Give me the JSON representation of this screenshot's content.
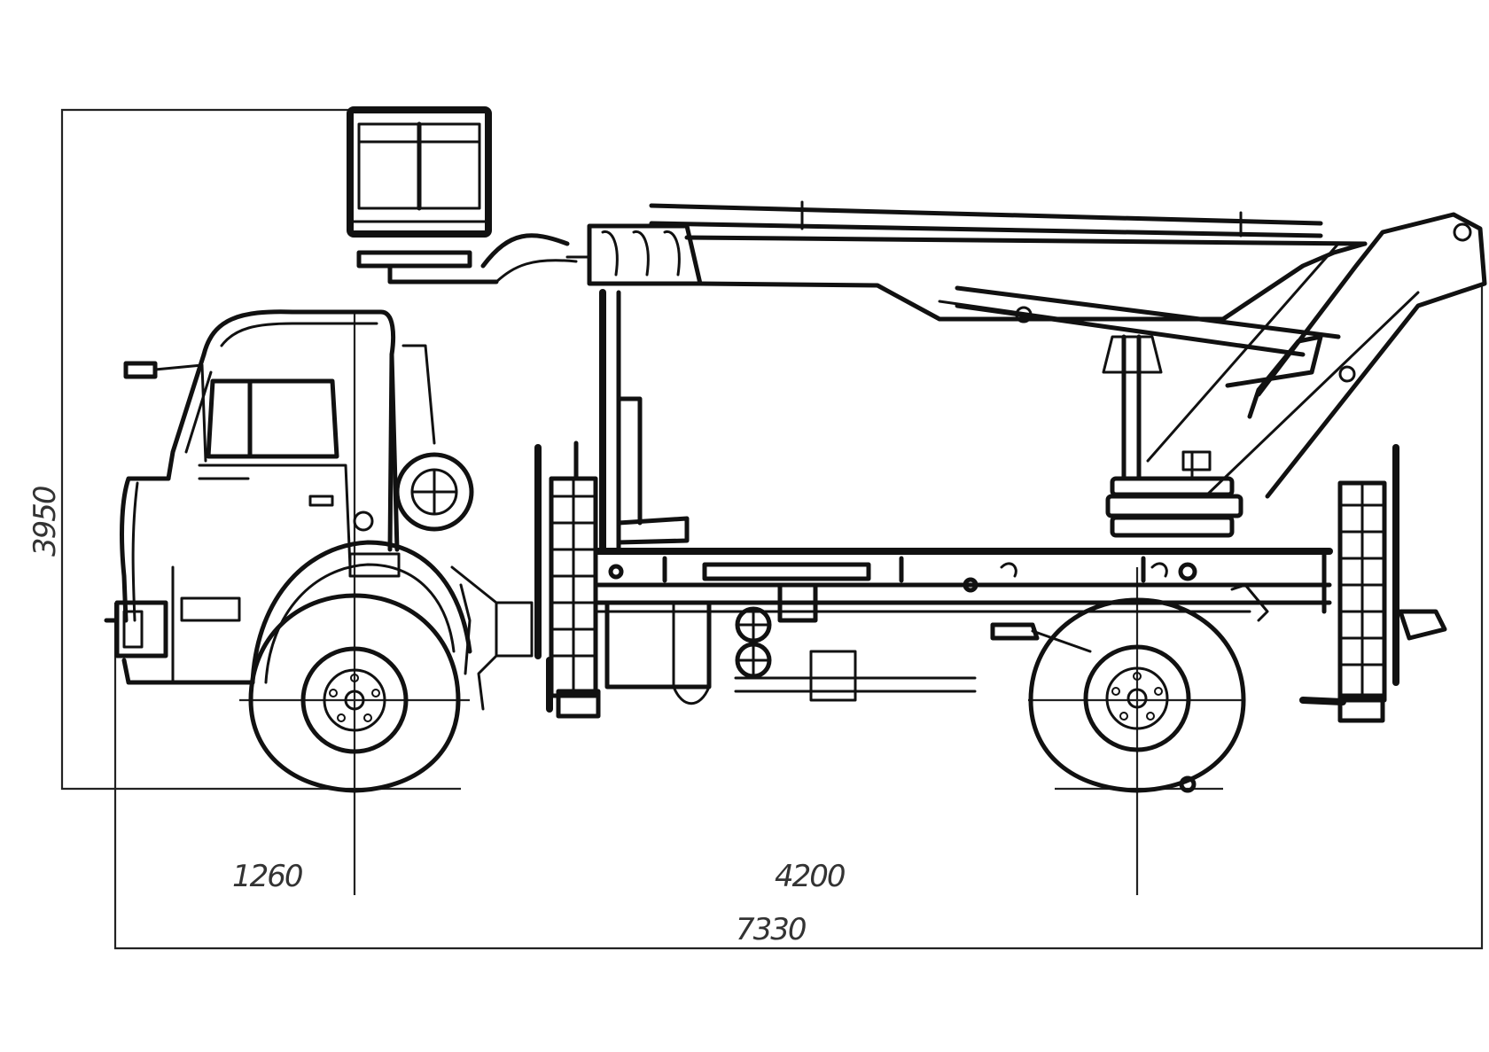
{
  "dimensions": {
    "overall_height": "3950",
    "front_overhang": "1260",
    "wheelbase": "4200",
    "overall_length": "7330"
  },
  "colors": {
    "line": "#111111",
    "background": "#ffffff",
    "dimension_text": "#333333"
  }
}
